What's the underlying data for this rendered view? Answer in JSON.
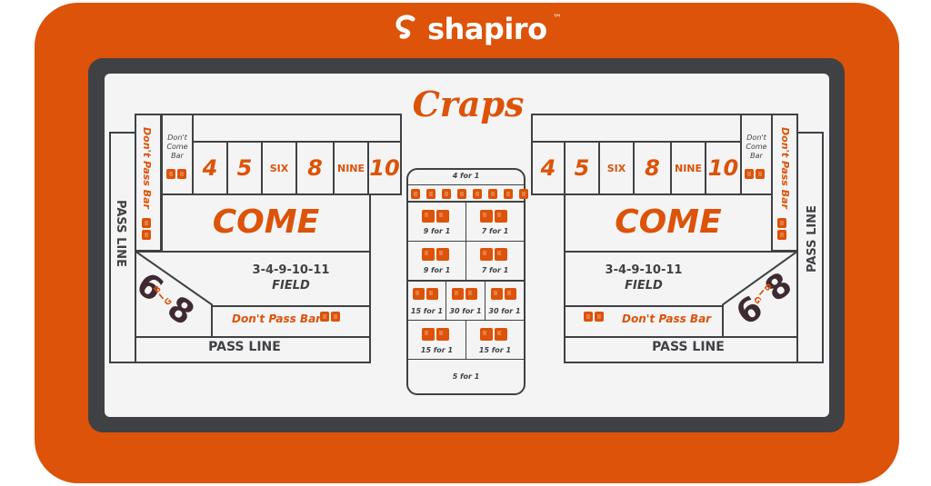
{
  "brand": {
    "name": "shapiro",
    "trademark": "™"
  },
  "title": "Craps",
  "colors": {
    "orange": "#dc5309",
    "charcoal": "#3f4144",
    "felt": "#f4f4f4"
  },
  "table": {
    "dont_come_bar": "Don't Come Bar",
    "dont_pass_bar": "Don't Pass Bar",
    "pass_line": "PASS LINE",
    "come": "COME",
    "field_numbers": "3-4-9-10-11",
    "field": "FIELD",
    "numbers": [
      "4",
      "5",
      "SIX",
      "8",
      "NINE",
      "10"
    ],
    "big6": "6",
    "big8": "8",
    "big_letters": "BIG"
  },
  "proposition": {
    "top": "4 for 1",
    "hard_left_top": "9 for 1",
    "hard_right_top": "7 for 1",
    "hard_left_bottom": "9 for 1",
    "hard_right_bottom": "7 for 1",
    "row3": [
      "15 for 1",
      "30 for 1",
      "30 for 1"
    ],
    "row4_left": "15 for 1",
    "row4_right": "15 for 1",
    "bottom": "5 for 1"
  }
}
